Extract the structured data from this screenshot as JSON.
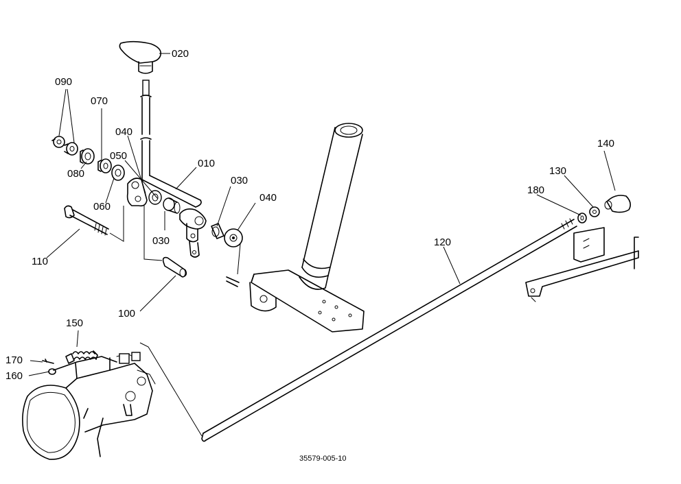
{
  "labels": {
    "p010": "010",
    "p020": "020",
    "p030a": "030",
    "p030b": "030",
    "p040a": "040",
    "p040b": "040",
    "p050": "050",
    "p060": "060",
    "p070": "070",
    "p080": "080",
    "p090": "090",
    "p100": "100",
    "p110": "110",
    "p120": "120",
    "p130": "130",
    "p140": "140",
    "p150": "150",
    "p160": "160",
    "p170": "170",
    "p180": "180"
  },
  "drawing_ref": "35579-005-10"
}
